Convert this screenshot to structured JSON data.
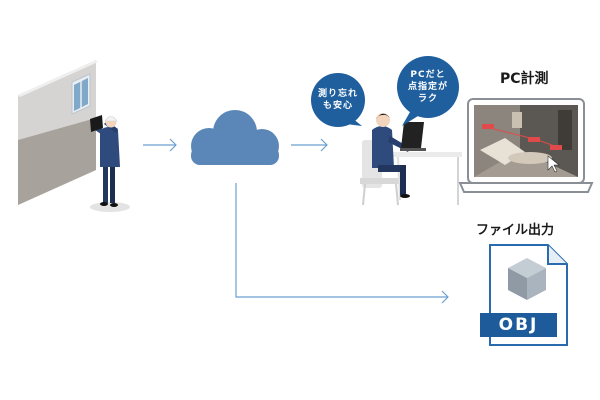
{
  "bubbles": {
    "left": {
      "line1": "測り忘れ",
      "line2": "も安心"
    },
    "right": {
      "line1": "PCだと",
      "line2": "点指定が",
      "line3": "ラク"
    }
  },
  "labels": {
    "pc_measure": "PC計測",
    "file_output": "ファイル出力",
    "file_format": "OBJ"
  },
  "colors": {
    "arrow": "#6a9fd0",
    "cloud": "#5b87b8",
    "bubble": "#1f5f9e",
    "obj_badge": "#1d5b9a"
  }
}
